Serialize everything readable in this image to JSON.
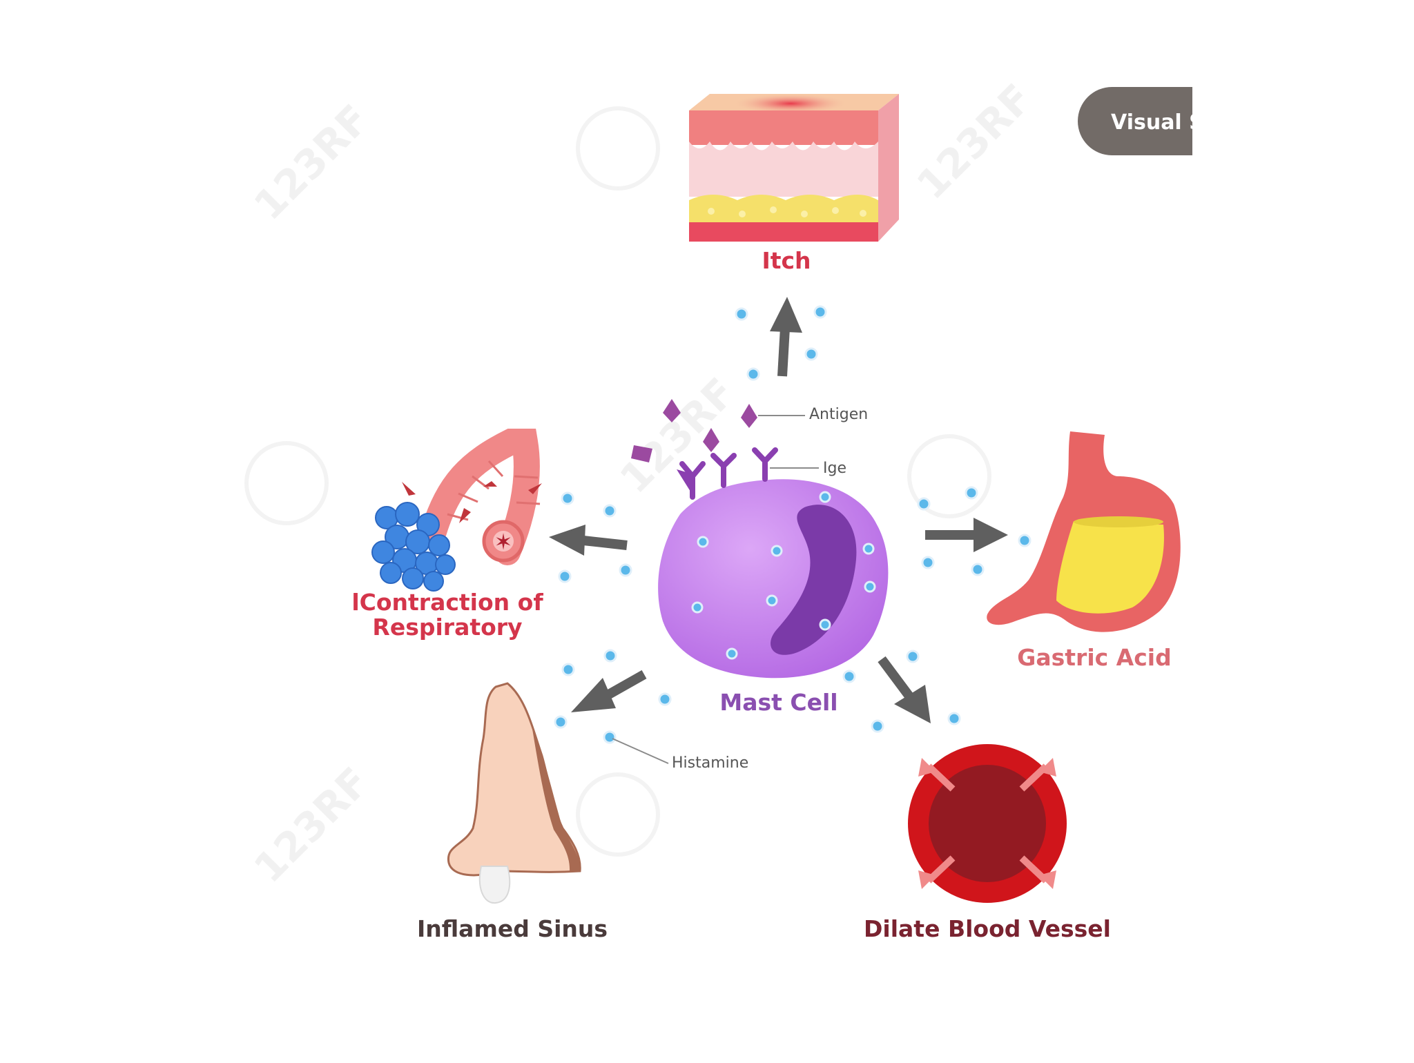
{
  "diagram": {
    "center_label": "Mast Cell",
    "effects": [
      {
        "id": "itch",
        "label": "Itch"
      },
      {
        "id": "respiratory",
        "label_lines": [
          "lContraction of",
          "Respiratory"
        ]
      },
      {
        "id": "gastric",
        "label": "Gastric Acid"
      },
      {
        "id": "sinus",
        "label": "Inflamed Sinus"
      },
      {
        "id": "vessel",
        "label": "Dilate Blood Vessel"
      }
    ],
    "annotations": {
      "antigen": "Antigen",
      "ige": "Ige",
      "histamine": "Histamine"
    }
  },
  "overlay_button": {
    "label": "Visual S"
  },
  "watermark": {
    "text": "123RF"
  },
  "colors": {
    "label_red": "#d4354b",
    "label_pink": "#d96a72",
    "mast_cell_purple": "#c07ae8",
    "nucleus_purple": "#7b3aa8",
    "histamine_blue": "#5bb8ea",
    "arrow_gray": "#5f5f5f"
  }
}
